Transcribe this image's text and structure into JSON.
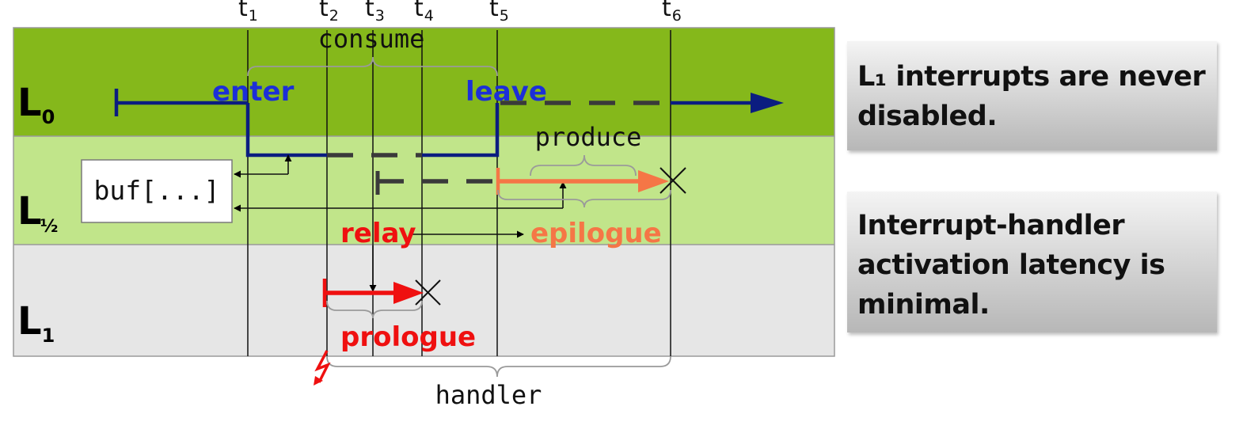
{
  "times": [
    "t",
    "t",
    "t",
    "t",
    "t",
    "t"
  ],
  "time_subscripts": [
    "1",
    "2",
    "3",
    "4",
    "5",
    "6"
  ],
  "levels": [
    {
      "main": "L",
      "sub": "0"
    },
    {
      "main": "L",
      "sub": "½"
    },
    {
      "main": "L",
      "sub": "1"
    }
  ],
  "labels": {
    "consume": "consume",
    "produce": "produce",
    "handler": "handler",
    "buffer": "buf[...]",
    "enter": "enter",
    "leave": "leave",
    "relay": "relay",
    "epilogue": "epilogue",
    "prologue": "prologue"
  },
  "notes": [
    {
      "lines": [
        "L₁ interrupts are never",
        "disabled."
      ]
    },
    {
      "lines": [
        "Interrupt-handler",
        "activation latency is",
        "minimal."
      ]
    }
  ],
  "colors": {
    "level0_band": "#85b81b",
    "level_half_band": "#c1e58a",
    "level1_band": "#e6e6e6",
    "thread_line": "#0b1d80",
    "label_blue": "#1c2fd8",
    "prologue_red": "#ef1010",
    "epilogue_orange": "#f57646",
    "dashed_gray": "#3a3a3a"
  }
}
